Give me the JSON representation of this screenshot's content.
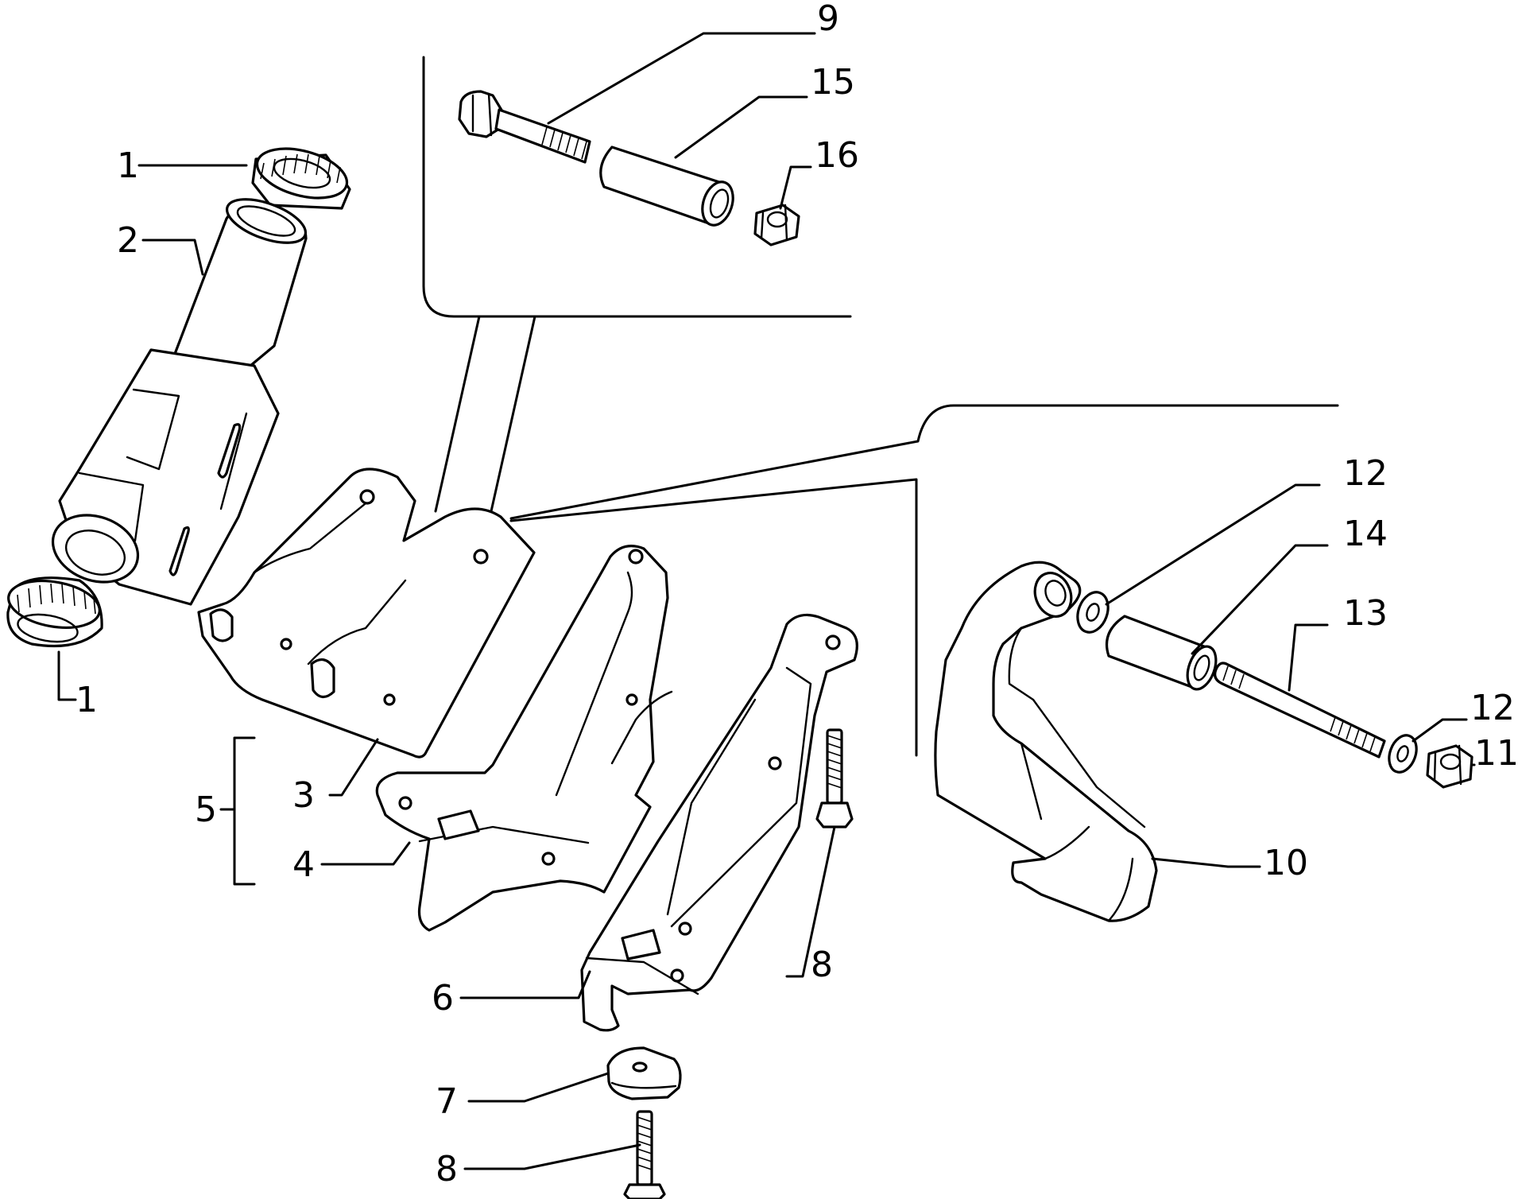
{
  "callouts": {
    "c1a": "1",
    "c1b": "1",
    "c2": "2",
    "c3": "3",
    "c4": "4",
    "c5": "5",
    "c6": "6",
    "c7": "7",
    "c8a": "8",
    "c8b": "8",
    "c9": "9",
    "c10": "10",
    "c11": "11",
    "c12a": "12",
    "c12b": "12",
    "c13": "13",
    "c14": "14",
    "c15": "15",
    "c16": "16"
  },
  "colors": {
    "ink": "#000000",
    "paper": "#ffffff"
  }
}
